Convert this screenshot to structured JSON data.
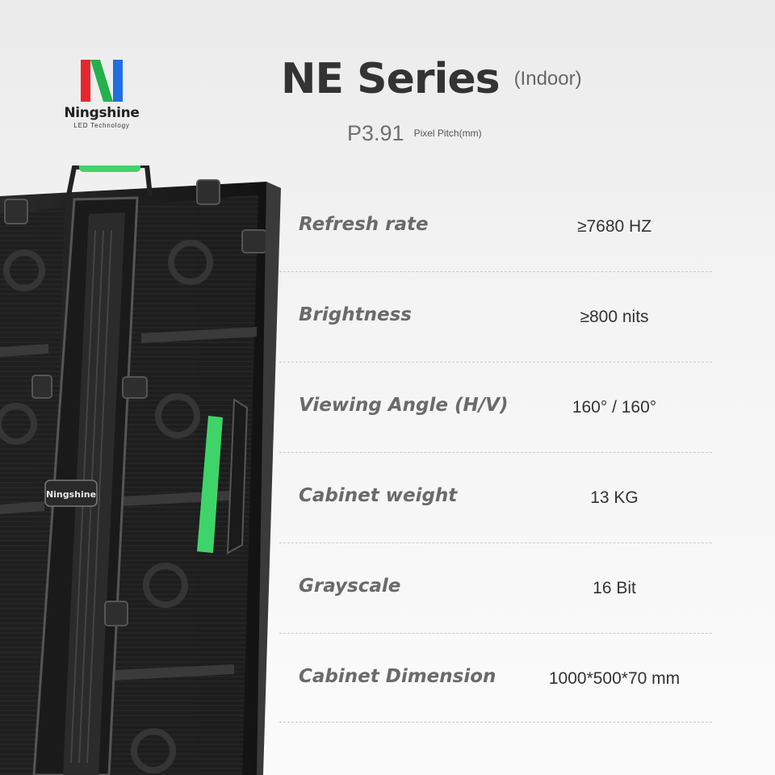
{
  "brand": {
    "logo_letter": "N",
    "name": "Ningshine",
    "tagline": "LED Technology",
    "colors": {
      "red": "#e8262d",
      "green": "#22b24c",
      "blue": "#1f6fe0"
    }
  },
  "title": {
    "main": "NE Series",
    "sub": "(Indoor)"
  },
  "pitch": {
    "value": "P3.91",
    "label": "Pixel Pitch(mm)"
  },
  "product": {
    "badge": "Ningshine",
    "accent_color": "#3fd46a"
  },
  "specs": [
    {
      "label": "Refresh rate",
      "value": "≥7680 HZ"
    },
    {
      "label": "Brightness",
      "value": "≥800 nits"
    },
    {
      "label": "Viewing Angle (H/V)",
      "value": "160° / 160°"
    },
    {
      "label": "Cabinet weight",
      "value": "13 KG"
    },
    {
      "label": "Grayscale",
      "value": "16 Bit"
    },
    {
      "label": "Cabinet Dimension",
      "value": "1000*500*70 mm"
    }
  ]
}
